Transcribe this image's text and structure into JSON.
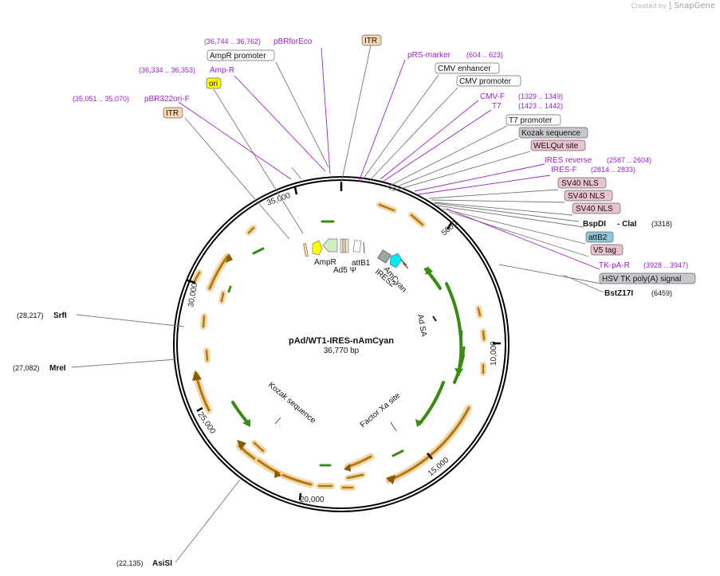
{
  "credit": {
    "prefix": "Created by",
    "brand": "SnapGene"
  },
  "map": {
    "name": "pAd/WT1-IRES-nAmCyan",
    "length": "36,770 bp",
    "ring_ticks": [
      "5000",
      "10,000",
      "15,000",
      "20,000",
      "25,000",
      "30,000",
      "35,000"
    ],
    "colors": {
      "primer": "#9a22c8",
      "orf": "#e6a640",
      "arrow_green": "#3b8a16",
      "feature_gray": "#c6c8cc",
      "ori_yellow": "#ffff00",
      "itr": "#f7d6b0",
      "nls": "#e8c2cf",
      "attb2": "#8dc8d8"
    },
    "labels": [
      {
        "id": "pbrforeco",
        "text": "pBRforEco",
        "range": "(36,744 .. 36,762)",
        "kind": "primer"
      },
      {
        "id": "itr-top",
        "text": "ITR",
        "kind": "itr"
      },
      {
        "id": "ampr-promoter",
        "text": "AmpR promoter",
        "kind": "feature"
      },
      {
        "id": "prs-marker",
        "text": "pRS-marker",
        "range": "(604 .. 623)",
        "kind": "primer"
      },
      {
        "id": "amp-r",
        "text": "Amp-R",
        "range": "(36,334 .. 36,353)",
        "kind": "primer"
      },
      {
        "id": "cmv-enhancer",
        "text": "CMV enhancer",
        "kind": "feature"
      },
      {
        "id": "ori",
        "text": "ori",
        "kind": "ori"
      },
      {
        "id": "cmv-promoter",
        "text": "CMV promoter",
        "kind": "feature"
      },
      {
        "id": "pbr322ori-f",
        "text": "pBR322ori-F",
        "range": "(35,051 .. 35,070)",
        "kind": "primer"
      },
      {
        "id": "cmv-f",
        "text": "CMV-F",
        "range": "(1329 .. 1349)",
        "kind": "primer"
      },
      {
        "id": "t7",
        "text": "T7",
        "range": "(1423 .. 1442)",
        "kind": "primer"
      },
      {
        "id": "itr-left",
        "text": "ITR",
        "kind": "itr"
      },
      {
        "id": "t7-promoter",
        "text": "T7 promoter",
        "kind": "feature"
      },
      {
        "id": "kozak-top",
        "text": "Kozak sequence",
        "kind": "gray"
      },
      {
        "id": "welqut",
        "text": "WELQut site",
        "kind": "nls"
      },
      {
        "id": "ires-reverse",
        "text": "IRES reverse",
        "range": "(2587 .. 2604)",
        "kind": "primer"
      },
      {
        "id": "ires-f",
        "text": "IRES-F",
        "range": "(2814 .. 2833)",
        "kind": "primer"
      },
      {
        "id": "sv40-nls-1",
        "text": "SV40 NLS",
        "kind": "nls"
      },
      {
        "id": "sv40-nls-2",
        "text": "SV40 NLS",
        "kind": "nls"
      },
      {
        "id": "sv40-nls-3",
        "text": "SV40 NLS",
        "kind": "nls"
      },
      {
        "id": "bspdi-clai",
        "text": "BspDI",
        "text2": "- ClaI",
        "range": "(3318)",
        "kind": "enzyme"
      },
      {
        "id": "attb2",
        "text": "attB2",
        "kind": "attb2"
      },
      {
        "id": "v5-tag",
        "text": "V5 tag",
        "kind": "nls"
      },
      {
        "id": "tk-pa-r",
        "text": "TK-pA-R",
        "range": "(3928 .. 3947)",
        "kind": "primer"
      },
      {
        "id": "hsv-polya",
        "text": "HSV TK poly(A) signal",
        "kind": "gray"
      },
      {
        "id": "bstz17i",
        "text": "BstZ17I",
        "range": "(6459)",
        "kind": "enzyme"
      },
      {
        "id": "srfi",
        "text": "SrfI",
        "range": "(28,217)",
        "kind": "enzyme"
      },
      {
        "id": "mrei",
        "text": "MreI",
        "range": "(27,082)",
        "kind": "enzyme"
      },
      {
        "id": "asisi",
        "text": "AsiSI",
        "range": "(22,135)",
        "kind": "enzyme"
      }
    ],
    "inner_labels": [
      {
        "id": "ampr",
        "text": "AmpR"
      },
      {
        "id": "ad5-psi",
        "text": "Ad5 Ψ"
      },
      {
        "id": "attb1",
        "text": "attB1"
      },
      {
        "id": "ires2",
        "text": "IRES2"
      },
      {
        "id": "amcyan",
        "text": "AmCyan"
      },
      {
        "id": "ad-sa",
        "text": "Ad SA"
      },
      {
        "id": "kozak-inner",
        "text": "Kozak sequence"
      },
      {
        "id": "factor-xa",
        "text": "Factor Xa site"
      }
    ]
  }
}
